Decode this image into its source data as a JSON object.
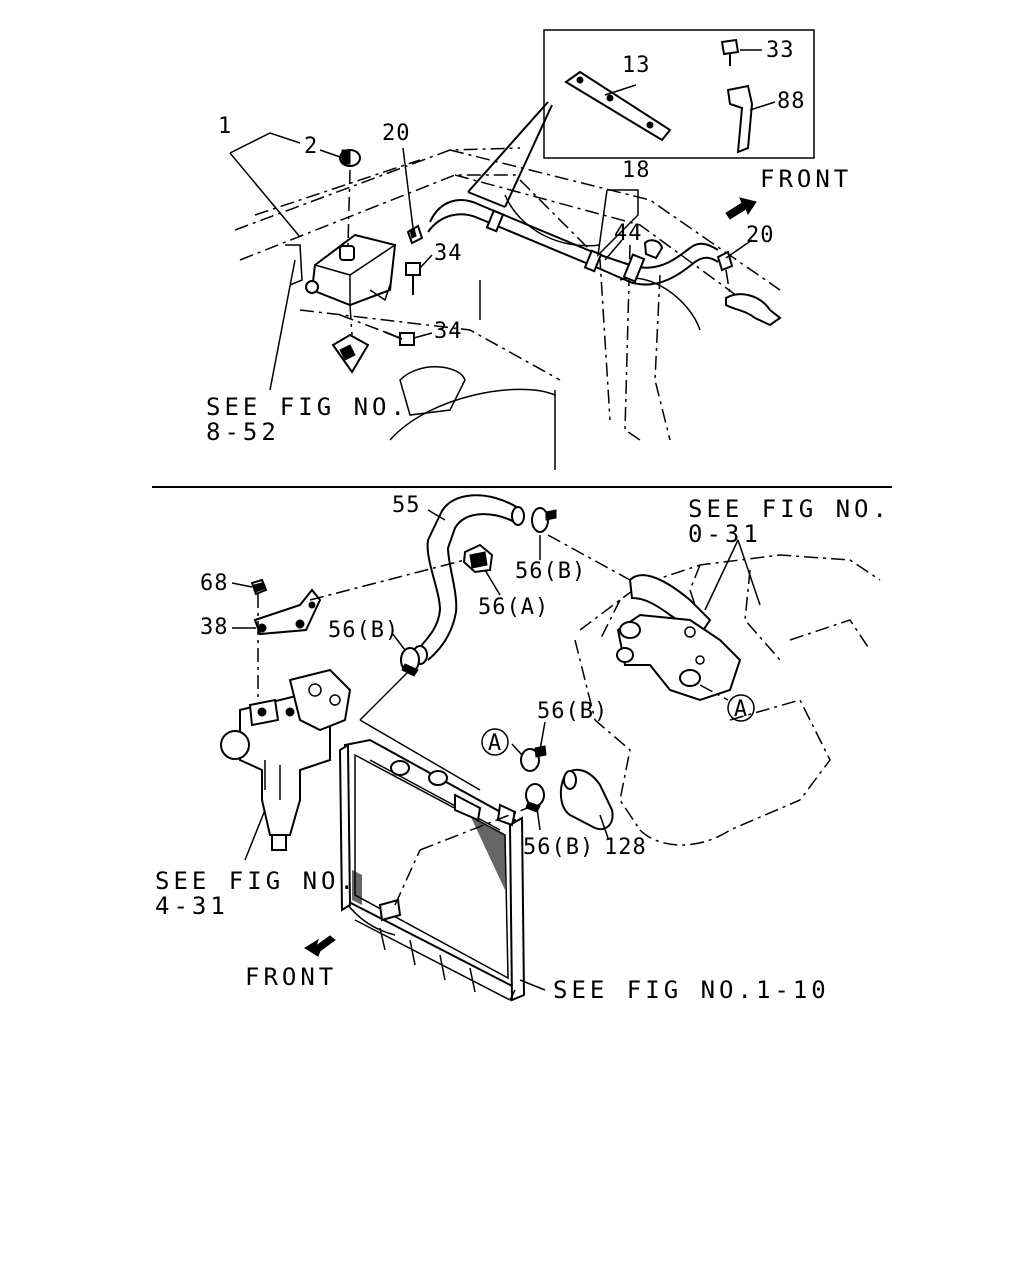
{
  "callouts": {
    "c1": "1",
    "c2": "2",
    "c20a": "20",
    "c34a": "34",
    "c34b": "34",
    "c13": "13",
    "c33": "33",
    "c88": "88",
    "c18": "18",
    "c44": "44",
    "c20b": "20",
    "c55": "55",
    "c56b1": "56(B)",
    "c56a": "56(A)",
    "c68": "68",
    "c38": "38",
    "c56b2": "56(B)",
    "c56b3": "56(B)",
    "c56b4": "56(B)",
    "c128": "128",
    "circleA1": "A",
    "circleA2": "A"
  },
  "references": {
    "ref_852_line1": "SEE FIG NO.",
    "ref_852_line2": "8-52",
    "ref_031_line1": "SEE FIG NO.",
    "ref_031_line2": "0-31",
    "ref_431_line1": "SEE FIG NO.",
    "ref_431_line2": "4-31",
    "ref_110": "SEE FIG NO.1-10"
  },
  "direction": {
    "front_top": "FRONT",
    "front_bottom": "FRONT"
  }
}
